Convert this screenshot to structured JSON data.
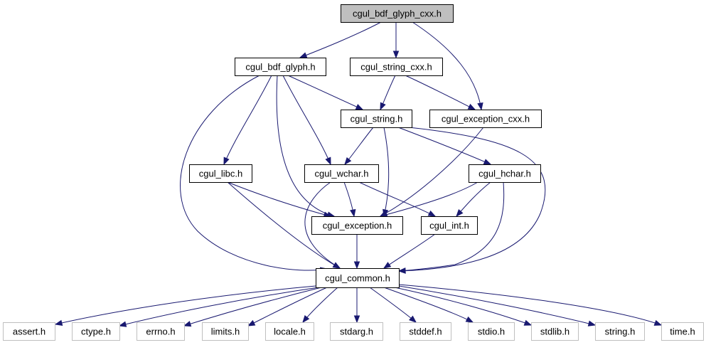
{
  "graph": {
    "colors": {
      "edge": "#191970",
      "root_fill": "#bfbfbf",
      "node_fill": "#ffffff",
      "node_border": "#000000",
      "leaf_border": "#bfbfbf",
      "node_text": "#000000"
    },
    "nodes": [
      {
        "id": "bdf_glyph_cxx",
        "label": "cgul_bdf_glyph_cxx.h",
        "kind": "root"
      },
      {
        "id": "bdf_glyph",
        "label": "cgul_bdf_glyph.h",
        "kind": "normal"
      },
      {
        "id": "string_cxx",
        "label": "cgul_string_cxx.h",
        "kind": "normal"
      },
      {
        "id": "string",
        "label": "cgul_string.h",
        "kind": "normal"
      },
      {
        "id": "exception_cxx",
        "label": "cgul_exception_cxx.h",
        "kind": "normal"
      },
      {
        "id": "libc",
        "label": "cgul_libc.h",
        "kind": "normal"
      },
      {
        "id": "wchar",
        "label": "cgul_wchar.h",
        "kind": "normal"
      },
      {
        "id": "hchar",
        "label": "cgul_hchar.h",
        "kind": "normal"
      },
      {
        "id": "exception",
        "label": "cgul_exception.h",
        "kind": "normal"
      },
      {
        "id": "int",
        "label": "cgul_int.h",
        "kind": "normal"
      },
      {
        "id": "common",
        "label": "cgul_common.h",
        "kind": "normal"
      },
      {
        "id": "assert",
        "label": "assert.h",
        "kind": "leaf"
      },
      {
        "id": "ctype",
        "label": "ctype.h",
        "kind": "leaf"
      },
      {
        "id": "errno",
        "label": "errno.h",
        "kind": "leaf"
      },
      {
        "id": "limits",
        "label": "limits.h",
        "kind": "leaf"
      },
      {
        "id": "locale",
        "label": "locale.h",
        "kind": "leaf"
      },
      {
        "id": "stdarg",
        "label": "stdarg.h",
        "kind": "leaf"
      },
      {
        "id": "stddef",
        "label": "stddef.h",
        "kind": "leaf"
      },
      {
        "id": "stdio",
        "label": "stdio.h",
        "kind": "leaf"
      },
      {
        "id": "stdlib",
        "label": "stdlib.h",
        "kind": "leaf"
      },
      {
        "id": "string_h",
        "label": "string.h",
        "kind": "leaf"
      },
      {
        "id": "time",
        "label": "time.h",
        "kind": "leaf"
      }
    ],
    "edges": [
      {
        "from": "bdf_glyph_cxx",
        "to": "bdf_glyph"
      },
      {
        "from": "bdf_glyph_cxx",
        "to": "string_cxx"
      },
      {
        "from": "bdf_glyph_cxx",
        "to": "exception_cxx"
      },
      {
        "from": "bdf_glyph",
        "to": "string"
      },
      {
        "from": "bdf_glyph",
        "to": "libc"
      },
      {
        "from": "bdf_glyph",
        "to": "wchar"
      },
      {
        "from": "bdf_glyph",
        "to": "exception"
      },
      {
        "from": "bdf_glyph",
        "to": "common"
      },
      {
        "from": "string_cxx",
        "to": "string"
      },
      {
        "from": "string_cxx",
        "to": "exception_cxx"
      },
      {
        "from": "string",
        "to": "wchar"
      },
      {
        "from": "string",
        "to": "hchar"
      },
      {
        "from": "string",
        "to": "exception"
      },
      {
        "from": "string",
        "to": "common"
      },
      {
        "from": "exception_cxx",
        "to": "exception"
      },
      {
        "from": "libc",
        "to": "exception"
      },
      {
        "from": "libc",
        "to": "common"
      },
      {
        "from": "wchar",
        "to": "exception"
      },
      {
        "from": "wchar",
        "to": "int"
      },
      {
        "from": "wchar",
        "to": "common"
      },
      {
        "from": "hchar",
        "to": "exception"
      },
      {
        "from": "hchar",
        "to": "int"
      },
      {
        "from": "hchar",
        "to": "common"
      },
      {
        "from": "exception",
        "to": "common"
      },
      {
        "from": "int",
        "to": "common"
      },
      {
        "from": "common",
        "to": "assert"
      },
      {
        "from": "common",
        "to": "ctype"
      },
      {
        "from": "common",
        "to": "errno"
      },
      {
        "from": "common",
        "to": "limits"
      },
      {
        "from": "common",
        "to": "locale"
      },
      {
        "from": "common",
        "to": "stdarg"
      },
      {
        "from": "common",
        "to": "stddef"
      },
      {
        "from": "common",
        "to": "stdio"
      },
      {
        "from": "common",
        "to": "stdlib"
      },
      {
        "from": "common",
        "to": "string_h"
      },
      {
        "from": "common",
        "to": "time"
      }
    ]
  }
}
